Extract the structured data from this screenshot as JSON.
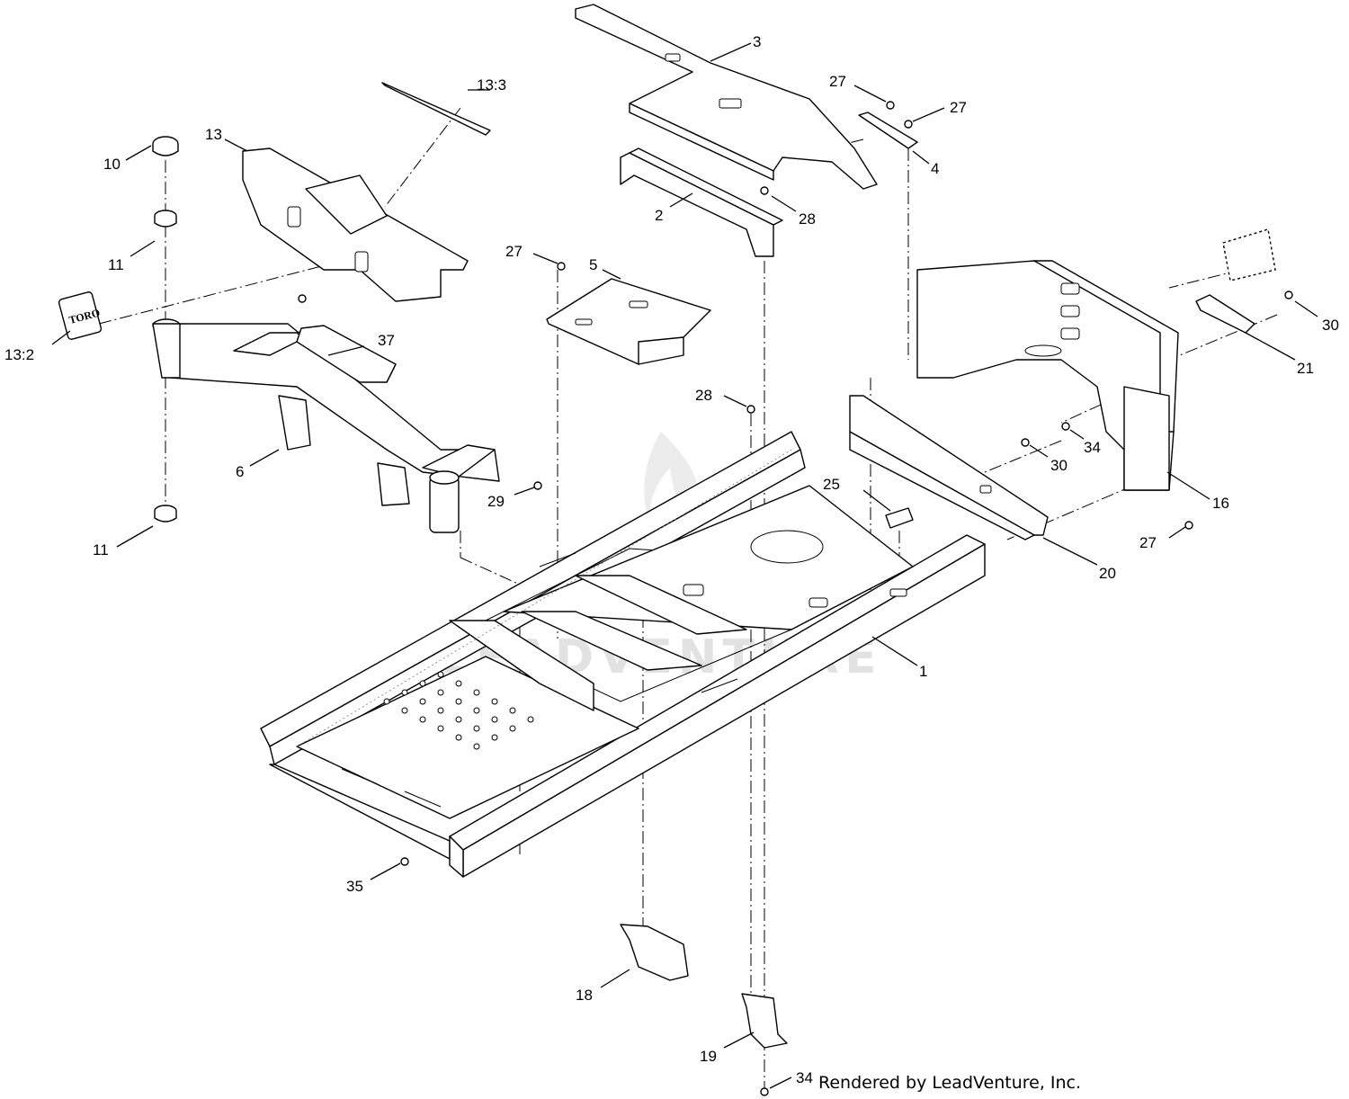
{
  "credit": "Rendered by LeadVenture, Inc.",
  "watermark": "LEADVENTURE",
  "decal_text": "TORO",
  "callouts": {
    "c1": "1",
    "c2": "2",
    "c3": "3",
    "c4": "4",
    "c5": "5",
    "c6": "6",
    "c10": "10",
    "c11a": "11",
    "c11b": "11",
    "c13": "13",
    "c13_2": "13:2",
    "c13_3": "13:3",
    "c16": "16",
    "c18": "18",
    "c19": "19",
    "c20": "20",
    "c21": "21",
    "c25": "25",
    "c27a": "27",
    "c27b": "27",
    "c27c": "27",
    "c27d": "27",
    "c28a": "28",
    "c28b": "28",
    "c29": "29",
    "c30a": "30",
    "c30b": "30",
    "c34a": "34",
    "c34b": "34",
    "c35": "35",
    "c37": "37"
  }
}
